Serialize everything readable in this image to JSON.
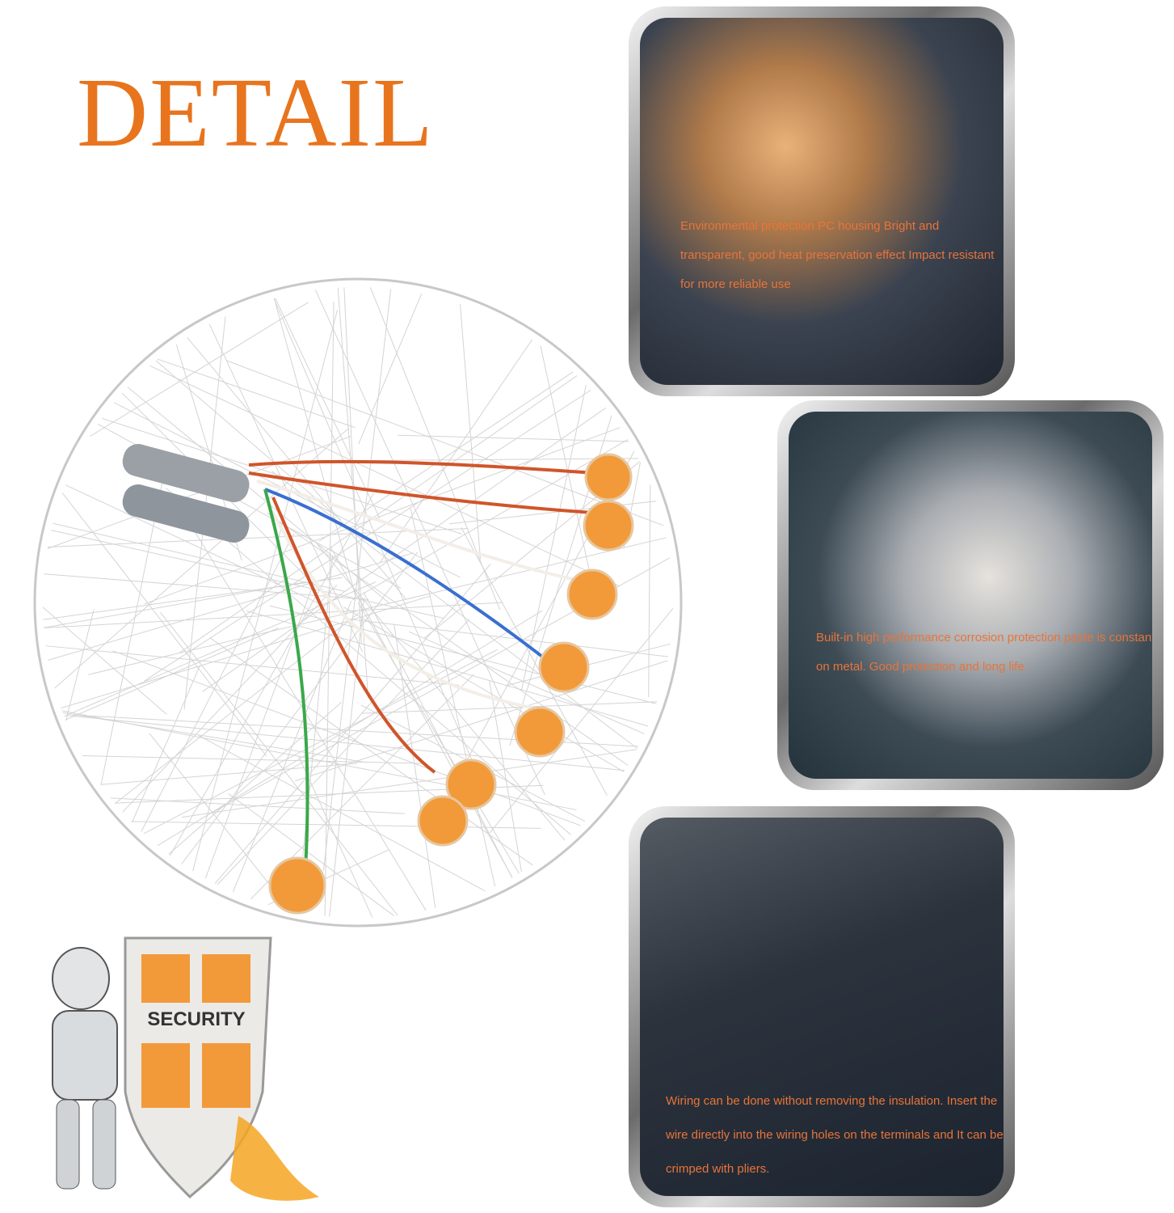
{
  "title": "DETAIL",
  "panels": [
    {
      "text": "Environmental protection PC housing Bright and transparent, good heat preservation effect Impact resistant for more reliable use"
    },
    {
      "text": "Built-in high performance corrosion protection paste is constant on metal. Good protection and long life."
    },
    {
      "text": "Wiring can be done without removing the insulation. Insert the wire directly into the wiring holes on the terminals and It can be crimped with pliers."
    }
  ],
  "badge": {
    "label": "SECURITY"
  },
  "colors": {
    "accent": "#e8741e"
  }
}
